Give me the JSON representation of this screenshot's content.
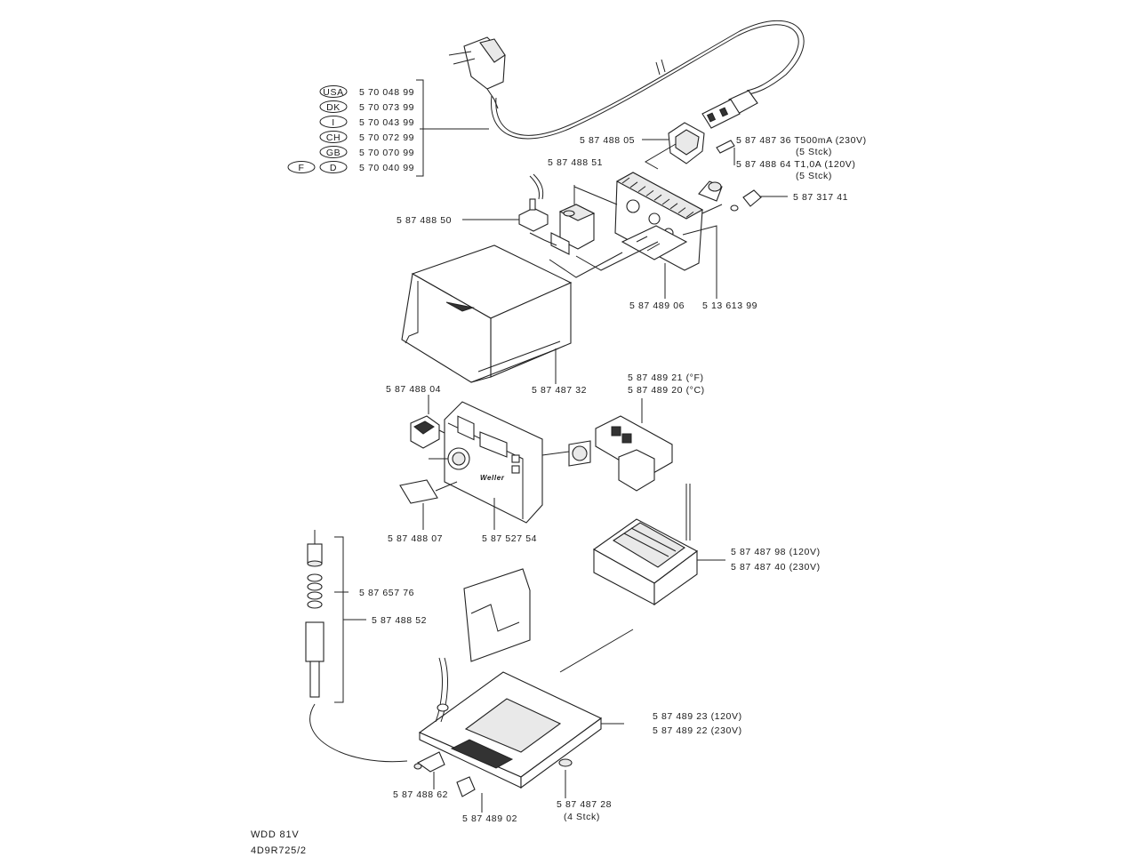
{
  "drawing": {
    "model": "WDD 81V",
    "document_code": "4D9R725/2"
  },
  "power_cord": {
    "variants": [
      {
        "country": "USA",
        "part": "5 70 048 99"
      },
      {
        "country": "DK",
        "part": "5 70 073 99"
      },
      {
        "country": "I",
        "part": "5 70 043 99"
      },
      {
        "country": "CH",
        "part": "5 70 072 99"
      },
      {
        "country": "GB",
        "part": "5 70 070 99"
      },
      {
        "country": "D",
        "alt_country": "F",
        "part": "5 70 040 99"
      }
    ]
  },
  "parts": {
    "p1": "5 87 488 05",
    "p2a": "5 87 487 36  T500mA  (230V)",
    "p2a_qty": "(5  Stck)",
    "p2b": "5 87 488 64  T1,0A  (120V)",
    "p2b_qty": "(5  Stck)",
    "p3": "5 87 488 51",
    "p4": "5 87 317 41",
    "p5": "5 87 488 50",
    "p6": "5 87 489 06",
    "p7": "5 13 613 99",
    "p8": "5 87 487 32",
    "p9": "5 87 488 04",
    "p10a": "5 87 489 21  (°F)",
    "p10b": "5 87 489 20  (°C)",
    "p11": "5 87 488 07",
    "p12": "5 87 527 54",
    "p13a": "5 87 487 98  (120V)",
    "p13b": "5 87 487 40  (230V)",
    "p14": "5 87 657 76",
    "p15": "5 87 488 52",
    "p16a": "5 87 489 23  (120V)",
    "p16b": "5 87 489 22  (230V)",
    "p17": "5 87 488 62",
    "p18": "5 87 489 02",
    "p19": "5 87 487 28",
    "p19_qty": "(4  Stck)"
  },
  "front_panel": {
    "brand": "Weller"
  }
}
